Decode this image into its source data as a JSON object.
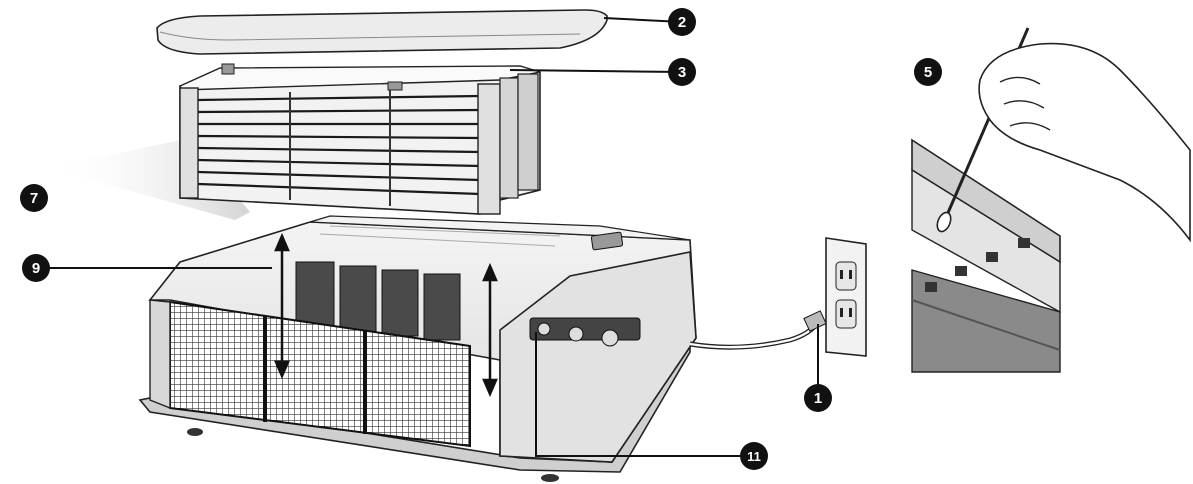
{
  "callouts": {
    "c1": "1",
    "c2": "2",
    "c3": "3",
    "c5": "5",
    "c7": "7",
    "c9": "9",
    "c11": "11"
  },
  "colors": {
    "line": "#111111",
    "callout_fill": "#111111",
    "body_fill": "#e9e9e9",
    "grille": "#2a2a2a",
    "shadow": "#d8d8d8"
  }
}
